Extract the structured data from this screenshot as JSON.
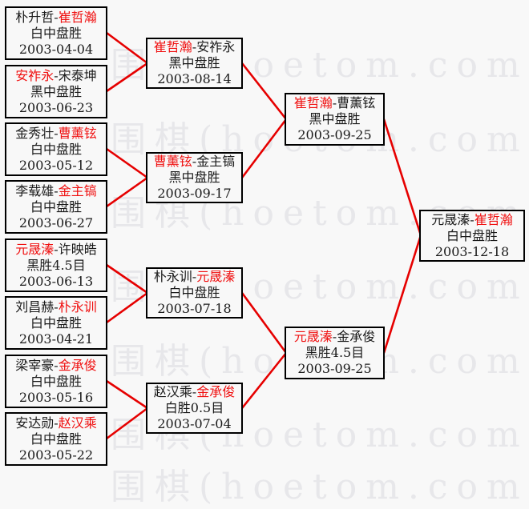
{
  "ui": {
    "separator": "-"
  },
  "colors": {
    "bg": "#f8f8f8",
    "border": "#000000",
    "line": "#e60000",
    "winner": "#f01010",
    "watermark": "#e7e7ea"
  },
  "watermark": {
    "text": "围棋(hoetom.com)"
  },
  "bracket": {
    "round1": [
      {
        "p1": "朴升哲",
        "p2": "崔哲瀚",
        "winner": "p2",
        "result": "白中盘胜",
        "date": "2003-04-04"
      },
      {
        "p1": "安祚永",
        "p2": "宋泰坤",
        "winner": "p1",
        "result": "黑中盘胜",
        "date": "2003-06-23"
      },
      {
        "p1": "金秀壮",
        "p2": "曹薰铉",
        "winner": "p2",
        "result": "白中盘胜",
        "date": "2003-05-12"
      },
      {
        "p1": "李载雄",
        "p2": "金主镐",
        "winner": "p2",
        "result": "白中盘胜",
        "date": "2003-06-27"
      },
      {
        "p1": "元晟溱",
        "p2": "许映皓",
        "winner": "p1",
        "result": "黑胜4.5目",
        "date": "2003-06-13"
      },
      {
        "p1": "刘昌赫",
        "p2": "朴永训",
        "winner": "p2",
        "result": "白中盘胜",
        "date": "2003-04-21"
      },
      {
        "p1": "梁宰豪",
        "p2": "金承俊",
        "winner": "p2",
        "result": "白中盘胜",
        "date": "2003-05-16"
      },
      {
        "p1": "安达勋",
        "p2": "赵汉乘",
        "winner": "p2",
        "result": "白中盘胜",
        "date": "2003-05-22"
      }
    ],
    "round2": [
      {
        "p1": "崔哲瀚",
        "p2": "安祚永",
        "winner": "p1",
        "result": "黑中盘胜",
        "date": "2003-08-14"
      },
      {
        "p1": "曹薰铉",
        "p2": "金主镐",
        "winner": "p1",
        "result": "黑中盘胜",
        "date": "2003-09-17"
      },
      {
        "p1": "朴永训",
        "p2": "元晟溱",
        "winner": "p2",
        "result": "白中盘胜",
        "date": "2003-07-18"
      },
      {
        "p1": "赵汉乘",
        "p2": "金承俊",
        "winner": "p2",
        "result": "白胜0.5目",
        "date": "2003-07-04"
      }
    ],
    "round3": [
      {
        "p1": "崔哲瀚",
        "p2": "曹薰铉",
        "winner": "p1",
        "result": "黑中盘胜",
        "date": "2003-09-25"
      },
      {
        "p1": "元晟溱",
        "p2": "金承俊",
        "winner": "p1",
        "result": "黑胜4.5目",
        "date": "2003-09-25"
      }
    ],
    "final": [
      {
        "p1": "元晟溱",
        "p2": "崔哲瀚",
        "winner": "p2",
        "result": "白中盘胜",
        "date": "2003-12-18"
      }
    ]
  }
}
